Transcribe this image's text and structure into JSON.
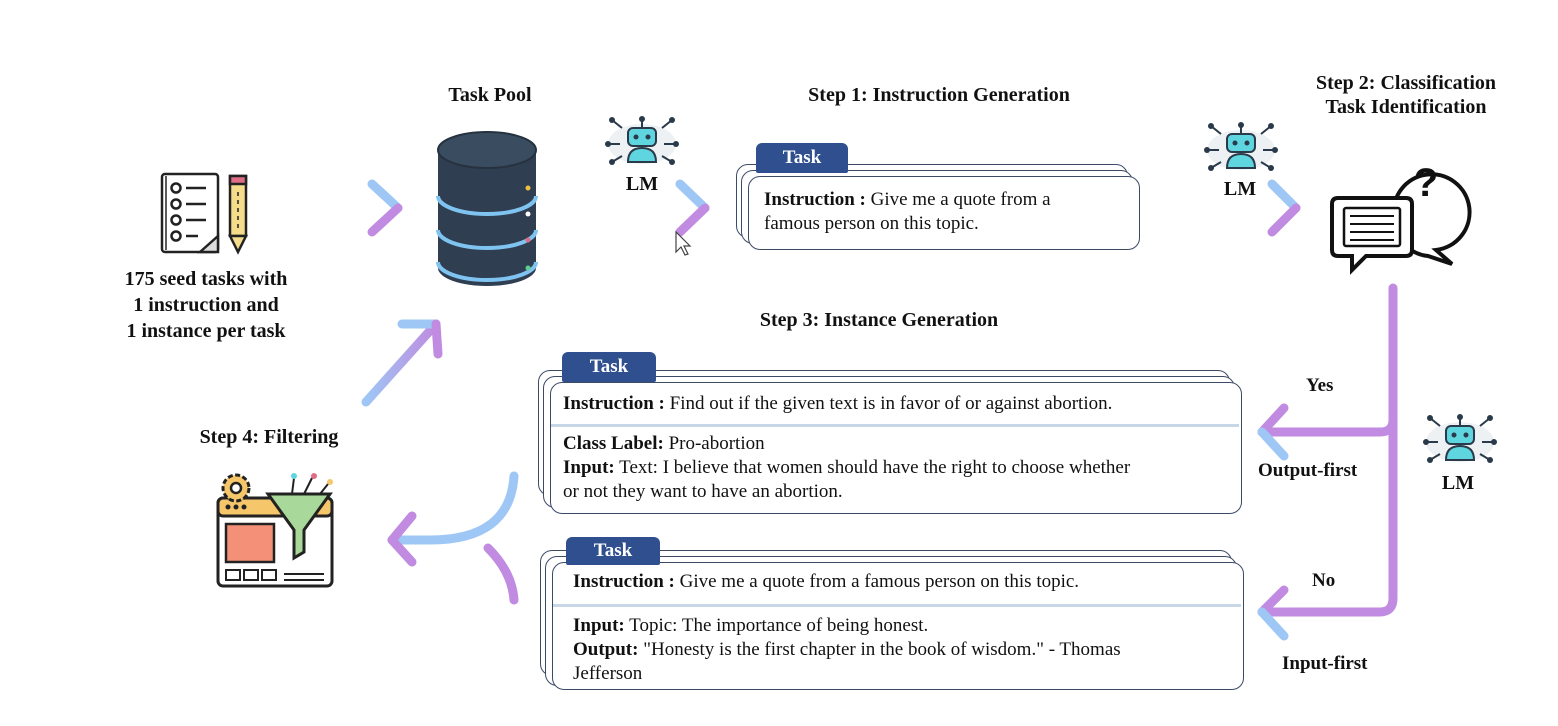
{
  "headings": {
    "task_pool": "Task Pool",
    "step1": "Step 1: Instruction Generation",
    "step2_line1": "Step 2: Classification",
    "step2_line2": "Task Identification",
    "step3": "Step 3: Instance Generation",
    "step4": "Step 4: Filtering"
  },
  "seed": {
    "line1": "175 seed tasks with",
    "line2": "1 instruction and",
    "line3": "1 instance per task"
  },
  "lm_label": "LM",
  "task_label": "Task",
  "step1_card": {
    "instruction_key": "Instruction :",
    "instruction_line1": "Give me a quote from a",
    "instruction_line2": "famous person on this topic."
  },
  "classification_card": {
    "instruction_key": "Instruction :",
    "instruction_value": "Find out if the given text is in favor of or against abortion.",
    "class_label_key": "Class Label:",
    "class_label_value": "Pro-abortion",
    "input_key": "Input:",
    "input_value_line1": "Text: I believe that women should have the right to choose whether",
    "input_value_line2": "or not they want to have an abortion."
  },
  "non_classification_card": {
    "instruction_key": "Instruction :",
    "instruction_value": "Give me a quote from a famous person on this topic.",
    "input_key": "Input:",
    "input_value": "Topic: The importance of being honest.",
    "output_key": "Output:",
    "output_value_line1": "\"Honesty is the first chapter in the book of wisdom.\" - Thomas",
    "output_value_line2": "Jefferson"
  },
  "branches": {
    "yes": "Yes",
    "output_first": "Output-first",
    "no": "No",
    "input_first": "Input-first"
  },
  "icons": {
    "seed_tasks": "checklist-notebook-pencil-icon",
    "task_pool": "database-icon",
    "lm": "robot-icon",
    "classification": "chat-question-icon",
    "filtering": "funnel-dashboard-icon"
  },
  "colors": {
    "task_tab": "#2f4f8f",
    "arrow_start": "#c08be0",
    "arrow_end": "#9ec7f5",
    "database": "#2f3e50",
    "database_ring": "#7fc4f0",
    "card_border": "#3c4a66"
  }
}
